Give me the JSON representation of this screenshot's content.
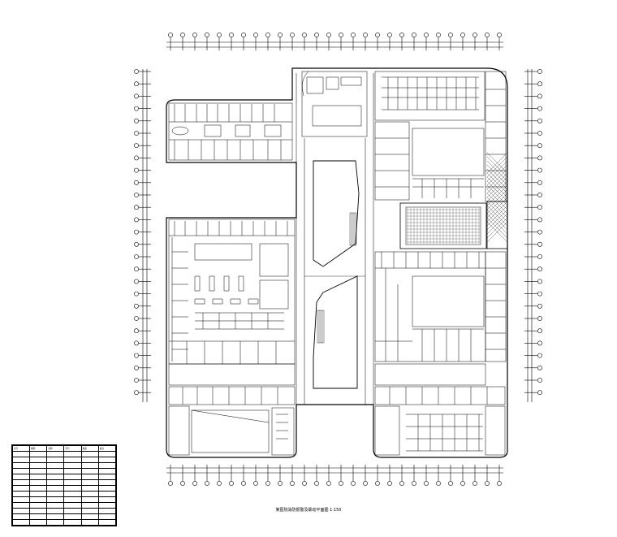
{
  "drawing": {
    "caption": "某医院消防报警及联动平面图 1:150"
  },
  "legend": {
    "headers": [
      "序号",
      "图例",
      "名称",
      "型号",
      "数量",
      "备注"
    ]
  },
  "palette": {
    "line": "#000000",
    "background": "#ffffff"
  }
}
